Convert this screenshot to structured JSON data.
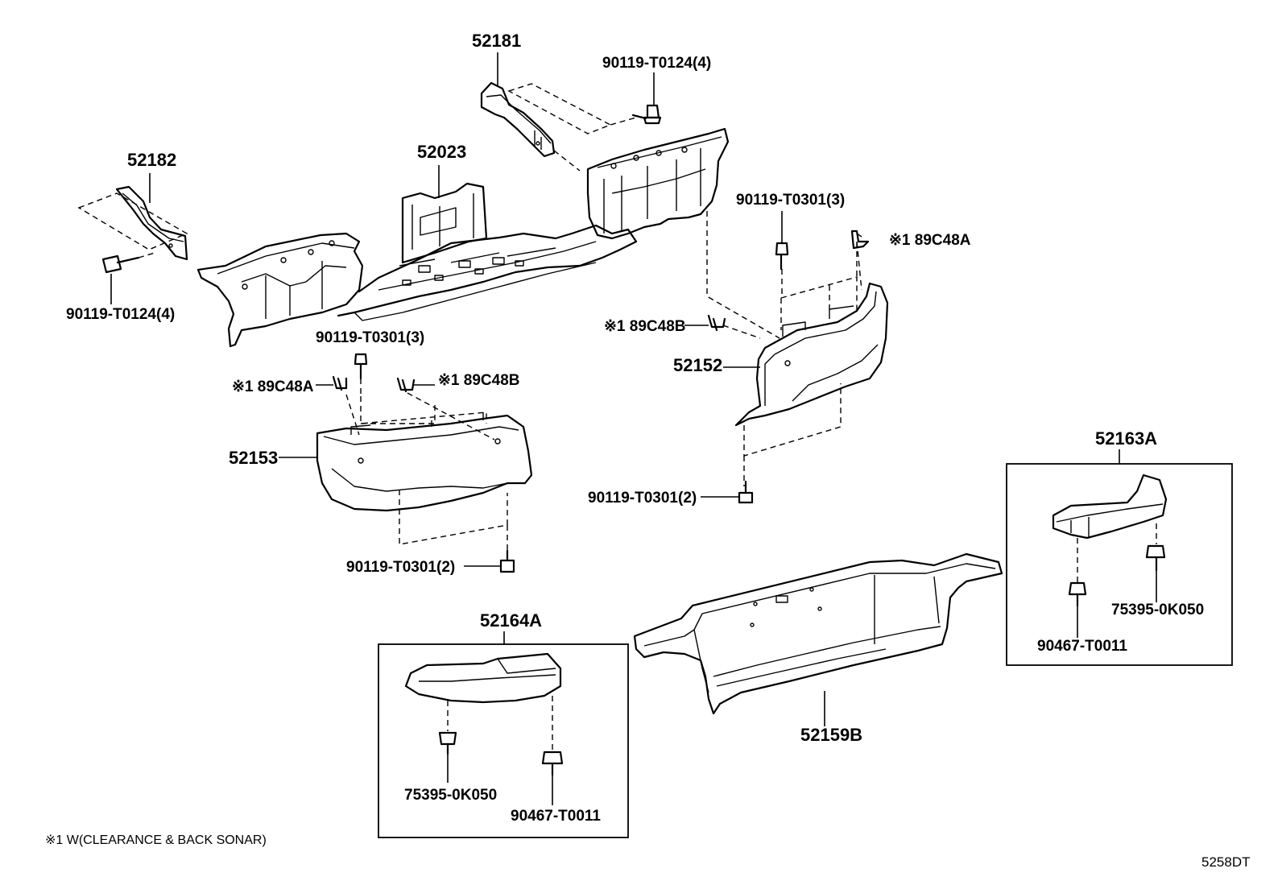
{
  "labels": {
    "p52181": "52181",
    "p52182": "52182",
    "p52023": "52023",
    "bolt_tr": "90119-T0124(4)",
    "bolt_tl": "90119-T0124(4)",
    "bolt_c3": "90119-T0301(3)",
    "bolt_r3": "90119-T0301(3)",
    "clip_a_r": "※1 89C48A",
    "clip_b_r": "※1 89C48B",
    "clip_a_l": "※1 89C48A",
    "clip_b_l": "※1 89C48B",
    "p52152": "52152",
    "p52153": "52153",
    "bolt_r2": "90119-T0301(2)",
    "bolt_c2": "90119-T0301(2)",
    "p52163A": "52163A",
    "clip_75395_r": "75395-0K050",
    "clip_90467_r": "90467-T0011",
    "p52159B": "52159B",
    "p52164A": "52164A",
    "clip_75395_l": "75395-0K050",
    "clip_90467_l": "90467-T0011"
  },
  "footnote": "※1 W(CLEARANCE & BACK SONAR)",
  "diagram_code": "5258DT"
}
